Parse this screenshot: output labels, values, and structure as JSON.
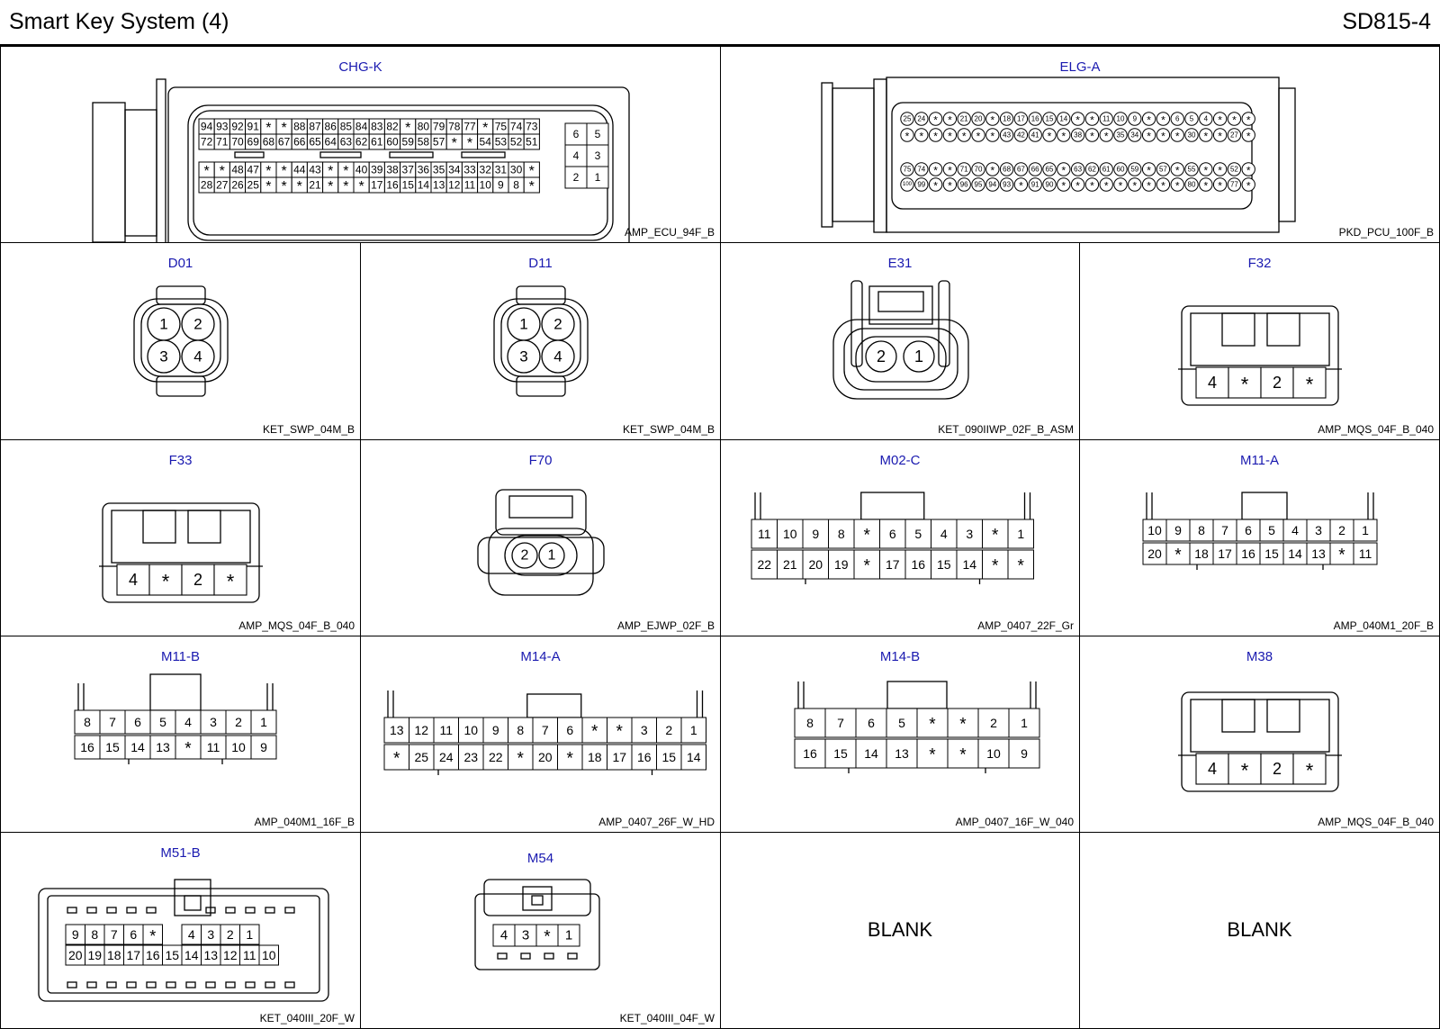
{
  "header": {
    "title": "Smart Key System (4)",
    "code": "SD815-4"
  },
  "blank_label": "BLANK",
  "connectors": {
    "chg_k": {
      "name": "CHG-K",
      "part": "AMP_ECU_94F_B",
      "rows": [
        [
          "94",
          "93",
          "92",
          "91",
          "*",
          "*",
          "88",
          "87",
          "86",
          "85",
          "84",
          "83",
          "82",
          "*",
          "80",
          "79",
          "78",
          "77",
          "*",
          "75",
          "74",
          "73"
        ],
        [
          "72",
          "71",
          "70",
          "69",
          "68",
          "67",
          "66",
          "65",
          "64",
          "63",
          "62",
          "61",
          "60",
          "59",
          "58",
          "57",
          "*",
          "*",
          "54",
          "53",
          "52",
          "51"
        ],
        [
          "*",
          "*",
          "48",
          "47",
          "*",
          "*",
          "44",
          "43",
          "*",
          "*",
          "40",
          "39",
          "38",
          "37",
          "36",
          "35",
          "34",
          "33",
          "32",
          "31",
          "30",
          "*"
        ],
        [
          "28",
          "27",
          "26",
          "25",
          "*",
          "*",
          "*",
          "21",
          "*",
          "*",
          "*",
          "17",
          "16",
          "15",
          "14",
          "13",
          "12",
          "11",
          "10",
          "9",
          "8",
          "*"
        ]
      ],
      "side": [
        [
          "6",
          "5"
        ],
        [
          "4",
          "3"
        ],
        [
          "2",
          "1"
        ]
      ]
    },
    "elg_a": {
      "name": "ELG-A",
      "part": "PKD_PCU_100F_B",
      "rows": [
        [
          "25",
          "24",
          "*",
          "*",
          "21",
          "20",
          "*",
          "18",
          "17",
          "16",
          "15",
          "14",
          "*",
          "*",
          "11",
          "10",
          "9",
          "*",
          "*",
          "6",
          "5",
          "4",
          "*",
          "*",
          "*"
        ],
        [
          "*",
          "*",
          "*",
          "*",
          "*",
          "*",
          "*",
          "43",
          "42",
          "41",
          "*",
          "*",
          "38",
          "*",
          "*",
          "35",
          "34",
          "*",
          "*",
          "*",
          "30",
          "*",
          "*",
          "27",
          "*"
        ],
        [
          "75",
          "74",
          "*",
          "*",
          "71",
          "70",
          "*",
          "68",
          "67",
          "66",
          "65",
          "*",
          "63",
          "62",
          "61",
          "60",
          "59",
          "*",
          "57",
          "*",
          "55",
          "*",
          "*",
          "52",
          "*"
        ],
        [
          "100",
          "99",
          "*",
          "*",
          "96",
          "95",
          "94",
          "93",
          "*",
          "91",
          "90",
          "*",
          "*",
          "*",
          "*",
          "*",
          "*",
          "*",
          "*",
          "*",
          "80",
          "*",
          "*",
          "77",
          "*"
        ]
      ]
    },
    "d01": {
      "name": "D01",
      "part": "KET_SWP_04M_B",
      "pins": [
        "1",
        "2",
        "3",
        "4"
      ]
    },
    "d11": {
      "name": "D11",
      "part": "KET_SWP_04M_B",
      "pins": [
        "1",
        "2",
        "3",
        "4"
      ]
    },
    "e31": {
      "name": "E31",
      "part": "KET_090IIWP_02F_B_ASM",
      "pins": [
        "2",
        "1"
      ]
    },
    "f32": {
      "name": "F32",
      "part": "AMP_MQS_04F_B_040",
      "pins": [
        "4",
        "*",
        "2",
        "*"
      ]
    },
    "f33": {
      "name": "F33",
      "part": "AMP_MQS_04F_B_040",
      "pins": [
        "4",
        "*",
        "2",
        "*"
      ]
    },
    "f70": {
      "name": "F70",
      "part": "AMP_EJWP_02F_B",
      "pins": [
        "2",
        "1"
      ]
    },
    "m02_c": {
      "name": "M02-C",
      "part": "AMP_0407_22F_Gr",
      "rows": [
        [
          "11",
          "10",
          "9",
          "8",
          "*",
          "6",
          "5",
          "4",
          "3",
          "*",
          "1"
        ],
        [
          "22",
          "21",
          "20",
          "19",
          "*",
          "17",
          "16",
          "15",
          "14",
          "*",
          "*"
        ]
      ]
    },
    "m11_a": {
      "name": "M11-A",
      "part": "AMP_040M1_20F_B",
      "rows": [
        [
          "10",
          "9",
          "8",
          "7",
          "6",
          "5",
          "4",
          "3",
          "2",
          "1"
        ],
        [
          "20",
          "*",
          "18",
          "17",
          "16",
          "15",
          "14",
          "13",
          "*",
          "11"
        ]
      ]
    },
    "m11_b": {
      "name": "M11-B",
      "part": "AMP_040M1_16F_B",
      "rows": [
        [
          "8",
          "7",
          "6",
          "5",
          "4",
          "3",
          "2",
          "1"
        ],
        [
          "16",
          "15",
          "14",
          "13",
          "*",
          "11",
          "10",
          "9"
        ]
      ]
    },
    "m14_a": {
      "name": "M14-A",
      "part": "AMP_0407_26F_W_HD",
      "rows": [
        [
          "13",
          "12",
          "11",
          "10",
          "9",
          "8",
          "7",
          "6",
          "*",
          "*",
          "3",
          "2",
          "1"
        ],
        [
          "*",
          "25",
          "24",
          "23",
          "22",
          "*",
          "20",
          "*",
          "18",
          "17",
          "16",
          "15",
          "14"
        ]
      ]
    },
    "m14_b": {
      "name": "M14-B",
      "part": "AMP_0407_16F_W_040",
      "rows": [
        [
          "8",
          "7",
          "6",
          "5",
          "*",
          "*",
          "2",
          "1"
        ],
        [
          "16",
          "15",
          "14",
          "13",
          "*",
          "*",
          "10",
          "9"
        ]
      ]
    },
    "m38": {
      "name": "M38",
      "part": "AMP_MQS_04F_B_040",
      "pins": [
        "4",
        "*",
        "2",
        "*"
      ]
    },
    "m51_b": {
      "name": "M51-B",
      "part": "KET_040III_20F_W",
      "rows": [
        [
          "9",
          "8",
          "7",
          "6",
          "*",
          "",
          "4",
          "3",
          "2",
          "1"
        ],
        [
          "20",
          "19",
          "18",
          "17",
          "16",
          "15",
          "14",
          "13",
          "12",
          "11",
          "10"
        ]
      ]
    },
    "m54": {
      "name": "M54",
      "part": "KET_040III_04F_W",
      "pins": [
        "4",
        "3",
        "*",
        "1"
      ]
    }
  }
}
